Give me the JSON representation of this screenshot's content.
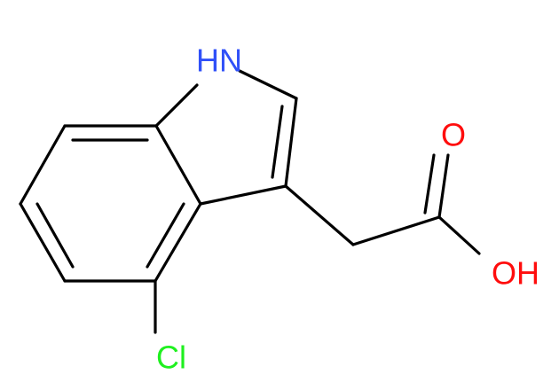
{
  "molecule": {
    "colors": {
      "bond": "#000000",
      "nitrogen": "#3050F8",
      "oxygen": "#FF0D0D",
      "chlorine": "#1FF01F"
    },
    "labels": {
      "nh": "HN",
      "carbonyl_o": "O",
      "hydroxyl": "OH",
      "chlorine": "Cl"
    }
  }
}
